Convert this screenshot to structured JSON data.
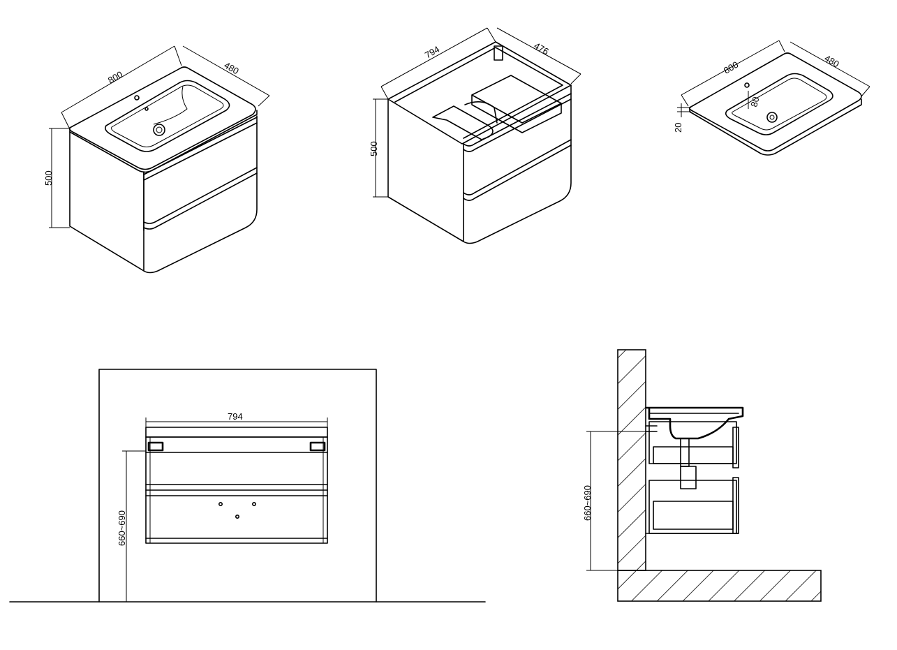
{
  "views": {
    "iso_cabinet": {
      "width": "800",
      "depth": "480",
      "height": "500"
    },
    "iso_cabinet_no_top": {
      "width": "794",
      "depth": "476",
      "height": "500"
    },
    "iso_basin_top": {
      "width": "800",
      "depth": "480",
      "thickness": "20",
      "bowl_depth": "80"
    },
    "front_elevation": {
      "width": "794",
      "mounting_height": "660~690"
    },
    "side_section": {
      "mounting_height": "660~690"
    }
  }
}
